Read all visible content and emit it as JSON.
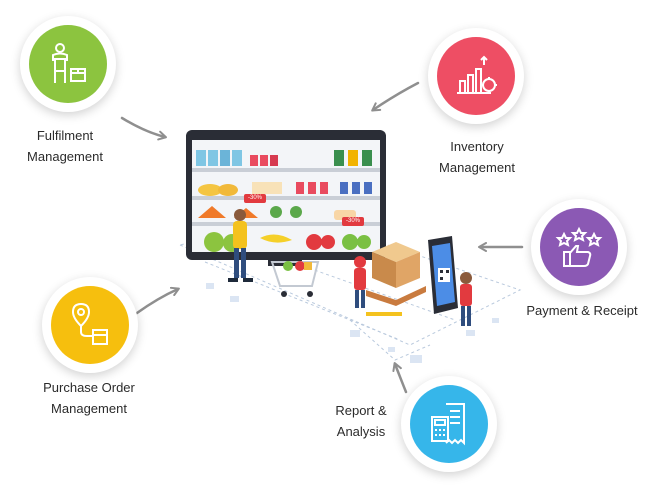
{
  "features": {
    "fulfilment": {
      "line1": "Fulfilment",
      "line2": "Management",
      "color": "#8cc43f",
      "icon": "worker-box-icon"
    },
    "inventory": {
      "line1": "Inventory",
      "line2": "Management",
      "color": "#ee4e64",
      "icon": "chart-gear-icon"
    },
    "payment": {
      "line1": "Payment & Receipt",
      "color": "#8b59b4",
      "icon": "thumbs-up-stars-icon"
    },
    "purchase": {
      "line1": "Purchase Order",
      "line2": "Management",
      "color": "#f6bf0e",
      "icon": "location-box-icon"
    },
    "report": {
      "line1": "Report &",
      "line2": "Analysis",
      "color": "#36b6ea",
      "icon": "calculator-receipt-icon"
    }
  },
  "illustration": {
    "discount_tag_1": "-30%",
    "discount_tag_2": "-30%"
  }
}
